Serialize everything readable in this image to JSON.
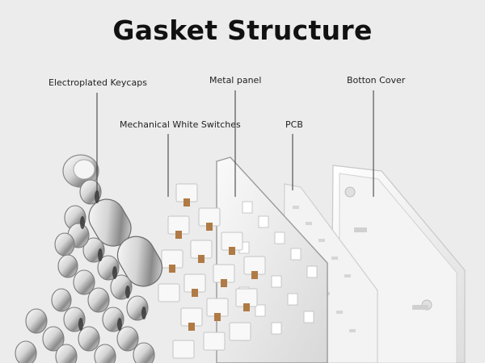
{
  "title": "Gasket Structure",
  "labels": {
    "keycaps": "Electroplated Keycaps",
    "metal_panel": "Metal panel",
    "switches": "Mechanical White Switches",
    "pcb": "PCB",
    "bottom_cover": "Botton Cover"
  },
  "colors": {
    "background": "#ececec",
    "title": "#111111",
    "leader_line": "#333333",
    "switch_stem": "#b07a45"
  }
}
